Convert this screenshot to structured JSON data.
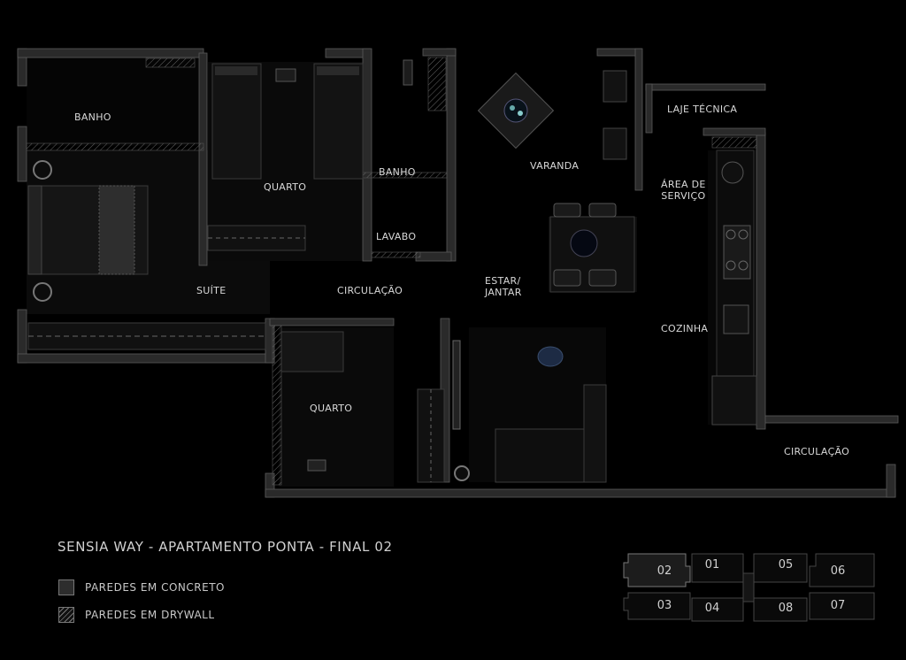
{
  "rooms": {
    "banho_suite": "BANHO",
    "quarto_1": "QUARTO",
    "banho": "BANHO",
    "lavabo": "LAVABO",
    "varanda": "VARANDA",
    "laje_tecnica": "LAJE TÉCNICA",
    "area_servico_line1": "ÁREA DE",
    "area_servico_line2": "SERVIÇO",
    "suite": "SUÍTE",
    "circulacao_interna": "CIRCULAÇÃO",
    "estar_line1": "ESTAR/",
    "estar_line2": "JANTAR",
    "cozinha": "COZINHA",
    "quarto_2": "QUARTO",
    "circulacao_externa": "CIRCULAÇÃO"
  },
  "title": "SENSIA WAY - APARTAMENTO PONTA - FINAL 02",
  "legend": {
    "concrete": "PAREDES EM CONCRETO",
    "drywall": "PAREDES EM DRYWALL"
  },
  "key_plan": {
    "units": [
      "02",
      "01",
      "05",
      "06",
      "03",
      "04",
      "08",
      "07"
    ],
    "highlighted": "02"
  }
}
